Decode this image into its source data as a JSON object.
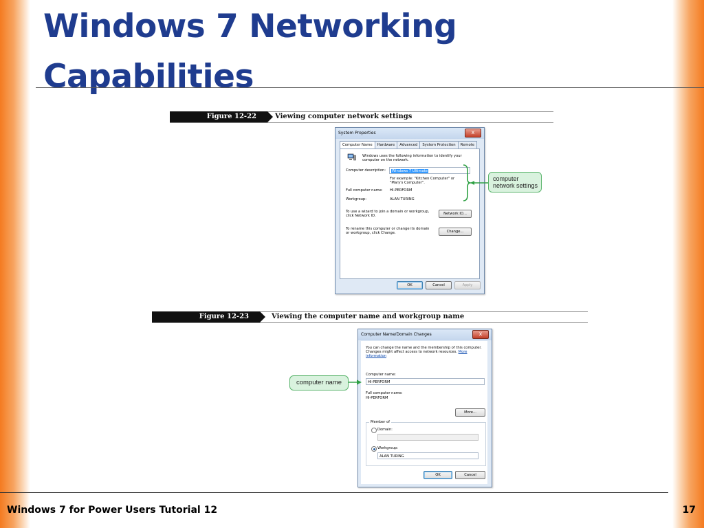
{
  "slide": {
    "title_line1": "Windows 7 Networking",
    "title_line2": "Capabilities",
    "footer": "Windows 7 for Power Users Tutorial 12",
    "page_number": "17"
  },
  "figure1": {
    "number": "Figure 12-22",
    "caption": "Viewing computer network settings",
    "dialog": {
      "title": "System Properties",
      "close": "x",
      "tabs": [
        "Computer Name",
        "Hardware",
        "Advanced",
        "System Protection",
        "Remote"
      ],
      "intro": "Windows uses the following information to identify your computer on the network.",
      "description_label": "Computer description:",
      "description_value": "Windows 7 Ultimate",
      "example": "For example: \"Kitchen Computer\" or \"Mary's Computer\".",
      "full_name_label": "Full computer name:",
      "full_name_value": "HI-PERFORM",
      "workgroup_label": "Workgroup:",
      "workgroup_value": "ALAN TURING",
      "wizard_text": "To use a wizard to join a domain or workgroup, click Network ID.",
      "network_id_button": "Network ID...",
      "rename_text": "To rename this computer or change its domain or workgroup, click Change.",
      "change_button": "Change...",
      "ok_button": "OK",
      "cancel_button": "Cancel",
      "apply_button": "Apply"
    },
    "callout": "computer network settings"
  },
  "figure2": {
    "number": "Figure 12-23",
    "caption": "Viewing the computer name and workgroup name",
    "dialog": {
      "title": "Computer Name/Domain Changes",
      "close": "x",
      "intro": "You can change the name and the membership of this computer. Changes might affect access to network resources.",
      "more_info_link": "More information",
      "computer_name_label": "Computer name:",
      "computer_name_value": "HI-PERFORM",
      "full_name_label": "Full computer name:",
      "full_name_value": "HI-PERFORM",
      "more_button": "More...",
      "member_of_label": "Member of",
      "domain_label": "Domain:",
      "domain_value": "",
      "workgroup_label": "Workgroup:",
      "workgroup_value": "ALAN TURING",
      "ok_button": "OK",
      "cancel_button": "Cancel"
    },
    "callout": "computer name"
  },
  "colors": {
    "title": "#1f3c8f",
    "accent_orange": "#f47b20",
    "callout_fill": "#d9f2de",
    "callout_stroke": "#58b36a"
  }
}
